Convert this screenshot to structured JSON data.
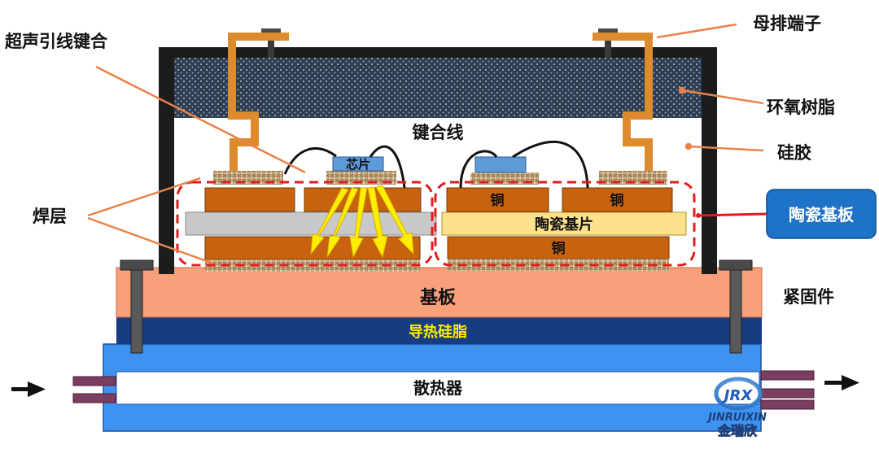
{
  "labels": {
    "ultrasonic_bonding": "超声引线键合",
    "busbar_terminal": "母排端子",
    "epoxy_resin": "环氧树脂",
    "bonding_wire": "键合线",
    "silicone_gel": "硅胶",
    "chip": "芯片",
    "solder_layer": "焊层",
    "copper_top_left": "铜",
    "copper_top_right": "铜",
    "ceramic_sheet": "陶瓷基片",
    "copper_bottom": "铜",
    "ceramic_substrate_badge": "陶瓷基板",
    "baseplate": "基板",
    "fastener": "紧固件",
    "thermal_grease": "导热硅脂",
    "heatsink": "散热器"
  },
  "logo": {
    "brand_latin": "JINRUIXIN",
    "brand_cn": "金瑞欣",
    "mark": "JRX"
  },
  "colors": {
    "copper": "#c8620e",
    "copper_terminal": "#de8b2e",
    "solder": "#c9ad84",
    "ceramic_left": "#c8c8c8",
    "ceramic_right": "#fde08a",
    "epoxy": "#2d3d52",
    "housing": "#1c1c1c",
    "baseplate": "#f7a07a",
    "grease": "#173c82",
    "heatsink": "#3e93f1",
    "chip": "#5e9ad8",
    "dashed_outline": "#e01d1d",
    "leader_line": "#e8834a",
    "heat_arrow": "#ffee00",
    "badge": "#1f73c7"
  }
}
